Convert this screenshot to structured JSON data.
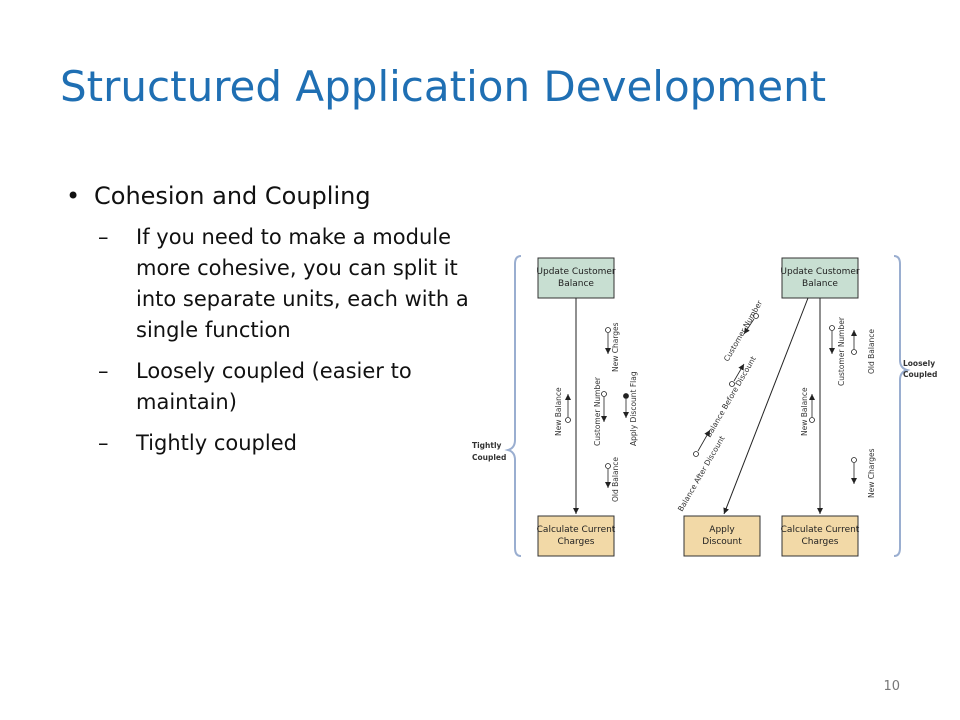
{
  "slide": {
    "title": "Structured Application Development",
    "bullet": "Cohesion and Coupling",
    "sub_bullets": [
      "If you need to make a module more cohesive, you can split it into separate units, each with a single function",
      "Loosely coupled (easier to maintain)",
      "Tightly coupled"
    ],
    "page_number": "10"
  },
  "diagram": {
    "colors": {
      "box_fill_top": "#c8dfd2",
      "box_fill_bottom": "#f2d9a7",
      "brace": "#9aaed0"
    },
    "brace_left": [
      "Tightly",
      "Coupled"
    ],
    "brace_right": [
      "Loosely",
      "Coupled"
    ],
    "left_top_box": [
      "Update Customer",
      "Balance"
    ],
    "left_bottom_box": [
      "Calculate Current",
      "Charges"
    ],
    "mid_bottom_box": [
      "Apply",
      "Discount"
    ],
    "right_top_box": [
      "Update Customer",
      "Balance"
    ],
    "right_bottom_box": [
      "Calculate Current",
      "Charges"
    ],
    "left_labels": {
      "new_balance": "New Balance",
      "customer_number": "Customer Number",
      "new_charges": "New Charges",
      "apply_discount_flag": "Apply Discount Flag",
      "old_balance": "Old Balance"
    },
    "mid_labels": {
      "customer_number": "Customer Number",
      "balance_before": "Balance Before Discount",
      "balance_after": "Balance After Discount"
    },
    "right_labels": {
      "new_balance": "New Balance",
      "customer_number": "Customer Number",
      "old_balance": "Old Balance",
      "new_charges": "New Charges"
    }
  }
}
